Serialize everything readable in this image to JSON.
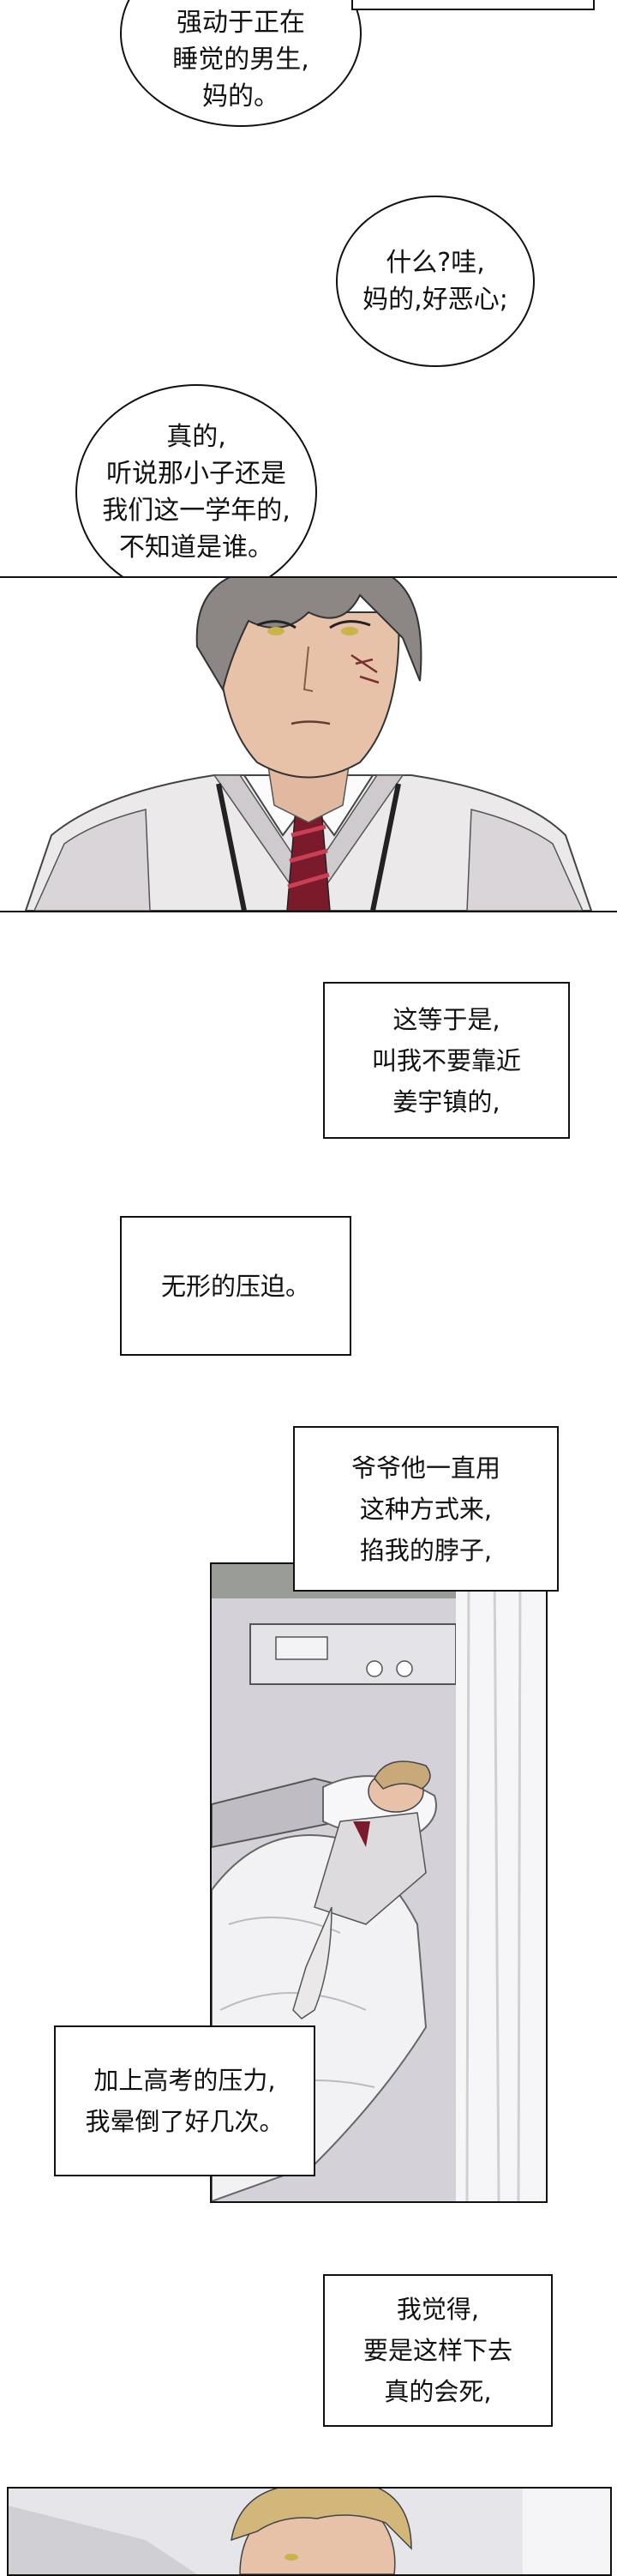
{
  "bubbles": [
    {
      "lines": [
        "强动于正在",
        "睡觉的男生,",
        "妈的。"
      ]
    },
    {
      "lines": [
        "什么?哇,",
        "妈的,好恶心;"
      ]
    },
    {
      "lines": [
        "真的,",
        "听说那小子还是",
        "我们这一学年的,",
        "不知道是谁。"
      ]
    }
  ],
  "captions": [
    {
      "lines": [
        "这等于是,",
        "叫我不要靠近",
        "姜宇镇的,"
      ]
    },
    {
      "lines": [
        "无形的压迫。"
      ]
    },
    {
      "lines": [
        "爷爷他一直用",
        "这种方式来,",
        "掐我的脖子,"
      ]
    },
    {
      "lines": [
        "加上高考的压力,",
        "我晕倒了好几次。"
      ]
    },
    {
      "lines": [
        "我觉得,",
        "要是这样下去",
        "真的会死,"
      ]
    }
  ],
  "colors": {
    "ink": "#111111",
    "skin": "#e8c2a8",
    "hair_gray": "#8c8784",
    "tie_red": "#b0213a",
    "hospital_wall": "#d4d2d8",
    "blanket": "#f2f2f5"
  }
}
